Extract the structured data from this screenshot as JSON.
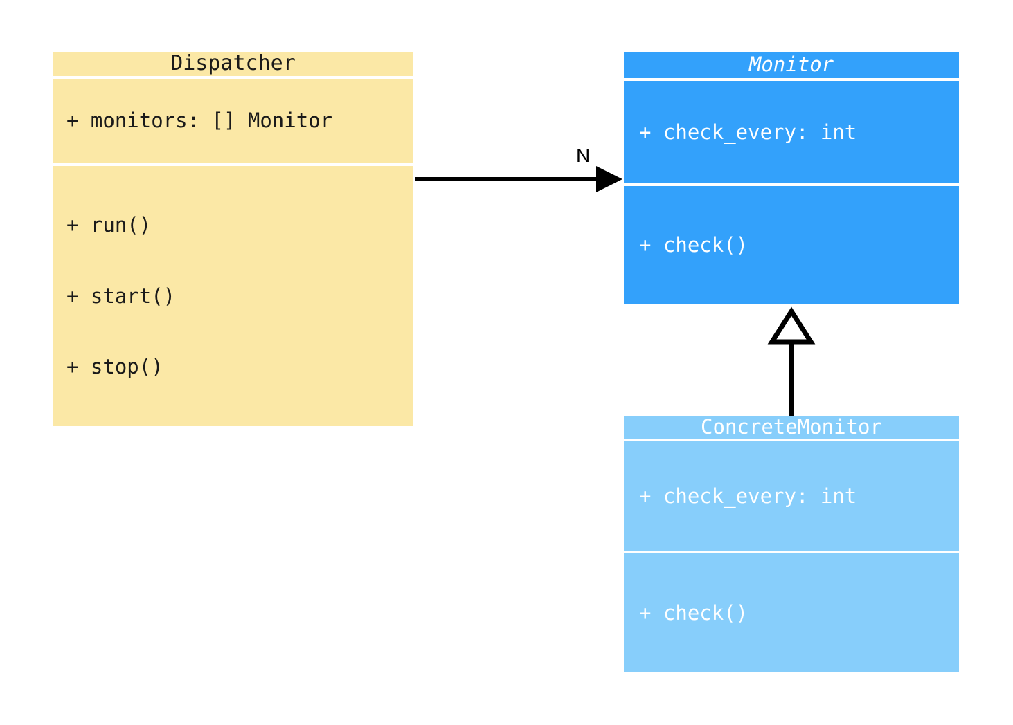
{
  "diagram": {
    "type": "uml-class-diagram",
    "background": "#ffffff"
  },
  "classes": {
    "dispatcher": {
      "name": "Dispatcher",
      "abstract": false,
      "fill": "#fbe8a6",
      "text_color": "#1a1a1a",
      "attributes": [
        "+ monitors: [] Monitor"
      ],
      "operations": [
        "+ run()",
        "+ start()",
        "+ stop()"
      ]
    },
    "monitor": {
      "name": "Monitor",
      "abstract": true,
      "fill": "#33a1fb",
      "text_color": "#ffffff",
      "attributes": [
        "+ check_every: int"
      ],
      "operations": [
        "+ check()"
      ]
    },
    "concrete_monitor": {
      "name": "ConcreteMonitor",
      "abstract": false,
      "fill": "#87cefb",
      "text_color": "#ffffff",
      "attributes": [
        "+ check_every: int"
      ],
      "operations": [
        "+ check()"
      ]
    }
  },
  "relationships": [
    {
      "kind": "association",
      "from": "Dispatcher",
      "to": "Monitor",
      "multiplicity_label": "N",
      "arrowhead": "filled-triangle",
      "line": "solid",
      "color": "#000000"
    },
    {
      "kind": "generalization",
      "from": "ConcreteMonitor",
      "to": "Monitor",
      "multiplicity_label": "",
      "arrowhead": "hollow-triangle",
      "line": "solid",
      "color": "#000000"
    }
  ]
}
